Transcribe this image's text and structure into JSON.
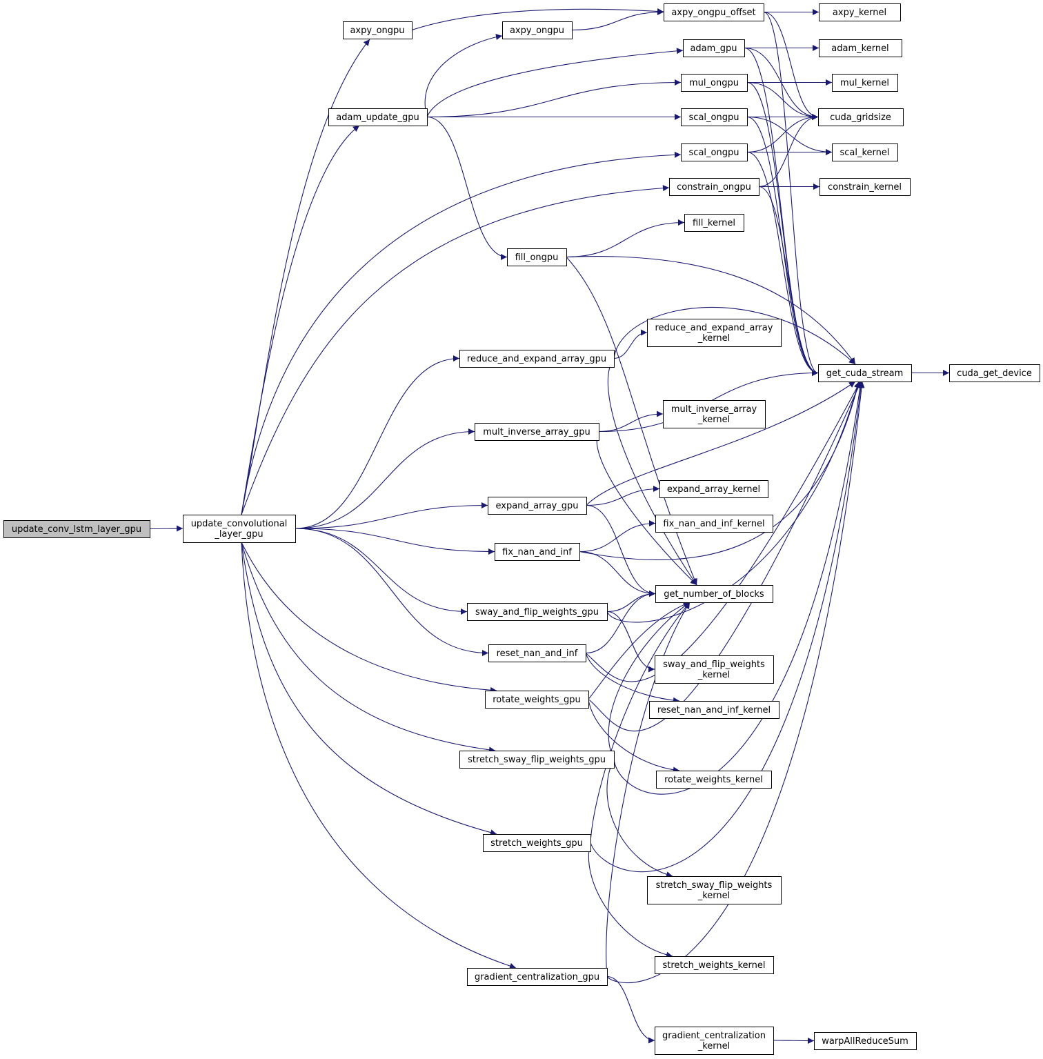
{
  "colors": {
    "edge": "#191970",
    "root_fill": "#bfbfbf",
    "node_fill": "#ffffff",
    "node_stroke": "#000000"
  },
  "nodes": {
    "update_conv_lstm_layer_gpu": [
      "update_conv_lstm_layer_gpu"
    ],
    "update_convolutional_layer_gpu": [
      "update_convolutional",
      "_layer_gpu"
    ],
    "axpy_ongpu_a": [
      "axpy_ongpu"
    ],
    "axpy_ongpu_b": [
      "axpy_ongpu"
    ],
    "axpy_ongpu_offset": [
      "axpy_ongpu_offset"
    ],
    "axpy_kernel": [
      "axpy_kernel"
    ],
    "adam_update_gpu": [
      "adam_update_gpu"
    ],
    "adam_gpu": [
      "adam_gpu"
    ],
    "adam_kernel": [
      "adam_kernel"
    ],
    "mul_ongpu": [
      "mul_ongpu"
    ],
    "mul_kernel": [
      "mul_kernel"
    ],
    "cuda_gridsize": [
      "cuda_gridsize"
    ],
    "scal_ongpu_a": [
      "scal_ongpu"
    ],
    "scal_ongpu_b": [
      "scal_ongpu"
    ],
    "scal_kernel": [
      "scal_kernel"
    ],
    "constrain_ongpu": [
      "constrain_ongpu"
    ],
    "constrain_kernel": [
      "constrain_kernel"
    ],
    "fill_kernel": [
      "fill_kernel"
    ],
    "fill_ongpu": [
      "fill_ongpu"
    ],
    "reduce_and_expand_array_kernel": [
      "reduce_and_expand_array",
      "_kernel"
    ],
    "reduce_and_expand_array_gpu": [
      "reduce_and_expand_array_gpu"
    ],
    "get_cuda_stream": [
      "get_cuda_stream"
    ],
    "cuda_get_device": [
      "cuda_get_device"
    ],
    "mult_inverse_array_kernel": [
      "mult_inverse_array",
      "_kernel"
    ],
    "mult_inverse_array_gpu": [
      "mult_inverse_array_gpu"
    ],
    "expand_array_kernel": [
      "expand_array_kernel"
    ],
    "expand_array_gpu": [
      "expand_array_gpu"
    ],
    "fix_nan_and_inf_kernel": [
      "fix_nan_and_inf_kernel"
    ],
    "fix_nan_and_inf": [
      "fix_nan_and_inf"
    ],
    "get_number_of_blocks": [
      "get_number_of_blocks"
    ],
    "sway_and_flip_weights_gpu": [
      "sway_and_flip_weights_gpu"
    ],
    "reset_nan_and_inf": [
      "reset_nan_and_inf"
    ],
    "sway_and_flip_weights_kernel": [
      "sway_and_flip_weights",
      "_kernel"
    ],
    "rotate_weights_gpu": [
      "rotate_weights_gpu"
    ],
    "reset_nan_and_inf_kernel": [
      "reset_nan_and_inf_kernel"
    ],
    "stretch_sway_flip_weights_gpu": [
      "stretch_sway_flip_weights_gpu"
    ],
    "rotate_weights_kernel": [
      "rotate_weights_kernel"
    ],
    "stretch_weights_gpu": [
      "stretch_weights_gpu"
    ],
    "stretch_sway_flip_weights_kernel": [
      "stretch_sway_flip_weights",
      "_kernel"
    ],
    "stretch_weights_kernel": [
      "stretch_weights_kernel"
    ],
    "gradient_centralization_gpu": [
      "gradient_centralization_gpu"
    ],
    "gradient_centralization_kernel": [
      "gradient_centralization",
      "_kernel"
    ],
    "warpAllReduceSum": [
      "warpAllReduceSum"
    ]
  },
  "edges": [
    [
      "update_conv_lstm_layer_gpu",
      "update_convolutional_layer_gpu"
    ],
    [
      "update_convolutional_layer_gpu",
      "axpy_ongpu_a"
    ],
    [
      "update_convolutional_layer_gpu",
      "adam_update_gpu"
    ],
    [
      "update_convolutional_layer_gpu",
      "scal_ongpu_b"
    ],
    [
      "update_convolutional_layer_gpu",
      "constrain_ongpu"
    ],
    [
      "update_convolutional_layer_gpu",
      "reduce_and_expand_array_gpu"
    ],
    [
      "update_convolutional_layer_gpu",
      "mult_inverse_array_gpu"
    ],
    [
      "update_convolutional_layer_gpu",
      "expand_array_gpu"
    ],
    [
      "update_convolutional_layer_gpu",
      "fix_nan_and_inf"
    ],
    [
      "update_convolutional_layer_gpu",
      "sway_and_flip_weights_gpu"
    ],
    [
      "update_convolutional_layer_gpu",
      "reset_nan_and_inf"
    ],
    [
      "update_convolutional_layer_gpu",
      "rotate_weights_gpu"
    ],
    [
      "update_convolutional_layer_gpu",
      "stretch_sway_flip_weights_gpu"
    ],
    [
      "update_convolutional_layer_gpu",
      "stretch_weights_gpu"
    ],
    [
      "update_convolutional_layer_gpu",
      "gradient_centralization_gpu"
    ],
    [
      "axpy_ongpu_a",
      "axpy_ongpu_offset"
    ],
    [
      "axpy_ongpu_b",
      "axpy_ongpu_offset"
    ],
    [
      "axpy_ongpu_offset",
      "axpy_kernel"
    ],
    [
      "axpy_ongpu_offset",
      "cuda_gridsize"
    ],
    [
      "axpy_ongpu_offset",
      "get_cuda_stream"
    ],
    [
      "adam_update_gpu",
      "axpy_ongpu_b"
    ],
    [
      "adam_update_gpu",
      "adam_gpu"
    ],
    [
      "adam_update_gpu",
      "mul_ongpu"
    ],
    [
      "adam_update_gpu",
      "scal_ongpu_a"
    ],
    [
      "adam_update_gpu",
      "fill_ongpu"
    ],
    [
      "adam_gpu",
      "adam_kernel"
    ],
    [
      "adam_gpu",
      "cuda_gridsize"
    ],
    [
      "adam_gpu",
      "get_cuda_stream"
    ],
    [
      "mul_ongpu",
      "mul_kernel"
    ],
    [
      "mul_ongpu",
      "cuda_gridsize"
    ],
    [
      "mul_ongpu",
      "get_cuda_stream"
    ],
    [
      "scal_ongpu_a",
      "cuda_gridsize"
    ],
    [
      "scal_ongpu_a",
      "scal_kernel"
    ],
    [
      "scal_ongpu_a",
      "get_cuda_stream"
    ],
    [
      "scal_ongpu_b",
      "cuda_gridsize"
    ],
    [
      "scal_ongpu_b",
      "scal_kernel"
    ],
    [
      "scal_ongpu_b",
      "get_cuda_stream"
    ],
    [
      "constrain_ongpu",
      "cuda_gridsize"
    ],
    [
      "constrain_ongpu",
      "constrain_kernel"
    ],
    [
      "constrain_ongpu",
      "get_cuda_stream"
    ],
    [
      "fill_ongpu",
      "fill_kernel"
    ],
    [
      "fill_ongpu",
      "get_cuda_stream"
    ],
    [
      "fill_ongpu",
      "get_number_of_blocks"
    ],
    [
      "reduce_and_expand_array_gpu",
      "reduce_and_expand_array_kernel"
    ],
    [
      "reduce_and_expand_array_gpu",
      "get_cuda_stream"
    ],
    [
      "reduce_and_expand_array_gpu",
      "get_number_of_blocks"
    ],
    [
      "get_cuda_stream",
      "cuda_get_device"
    ],
    [
      "mult_inverse_array_gpu",
      "mult_inverse_array_kernel"
    ],
    [
      "mult_inverse_array_gpu",
      "get_cuda_stream"
    ],
    [
      "mult_inverse_array_gpu",
      "get_number_of_blocks"
    ],
    [
      "expand_array_gpu",
      "expand_array_kernel"
    ],
    [
      "expand_array_gpu",
      "get_cuda_stream"
    ],
    [
      "expand_array_gpu",
      "get_number_of_blocks"
    ],
    [
      "fix_nan_and_inf",
      "fix_nan_and_inf_kernel"
    ],
    [
      "fix_nan_and_inf",
      "get_cuda_stream"
    ],
    [
      "fix_nan_and_inf",
      "get_number_of_blocks"
    ],
    [
      "sway_and_flip_weights_gpu",
      "get_number_of_blocks"
    ],
    [
      "sway_and_flip_weights_gpu",
      "sway_and_flip_weights_kernel"
    ],
    [
      "sway_and_flip_weights_gpu",
      "get_cuda_stream"
    ],
    [
      "reset_nan_and_inf",
      "get_number_of_blocks"
    ],
    [
      "reset_nan_and_inf",
      "reset_nan_and_inf_kernel"
    ],
    [
      "reset_nan_and_inf",
      "get_cuda_stream"
    ],
    [
      "rotate_weights_gpu",
      "get_number_of_blocks"
    ],
    [
      "rotate_weights_gpu",
      "rotate_weights_kernel"
    ],
    [
      "rotate_weights_gpu",
      "get_cuda_stream"
    ],
    [
      "stretch_sway_flip_weights_gpu",
      "get_number_of_blocks"
    ],
    [
      "stretch_sway_flip_weights_gpu",
      "stretch_sway_flip_weights_kernel"
    ],
    [
      "stretch_sway_flip_weights_gpu",
      "get_cuda_stream"
    ],
    [
      "stretch_weights_gpu",
      "get_number_of_blocks"
    ],
    [
      "stretch_weights_gpu",
      "stretch_weights_kernel"
    ],
    [
      "stretch_weights_gpu",
      "get_cuda_stream"
    ],
    [
      "gradient_centralization_gpu",
      "get_number_of_blocks"
    ],
    [
      "gradient_centralization_gpu",
      "gradient_centralization_kernel"
    ],
    [
      "gradient_centralization_gpu",
      "get_cuda_stream"
    ],
    [
      "gradient_centralization_kernel",
      "warpAllReduceSum"
    ]
  ]
}
